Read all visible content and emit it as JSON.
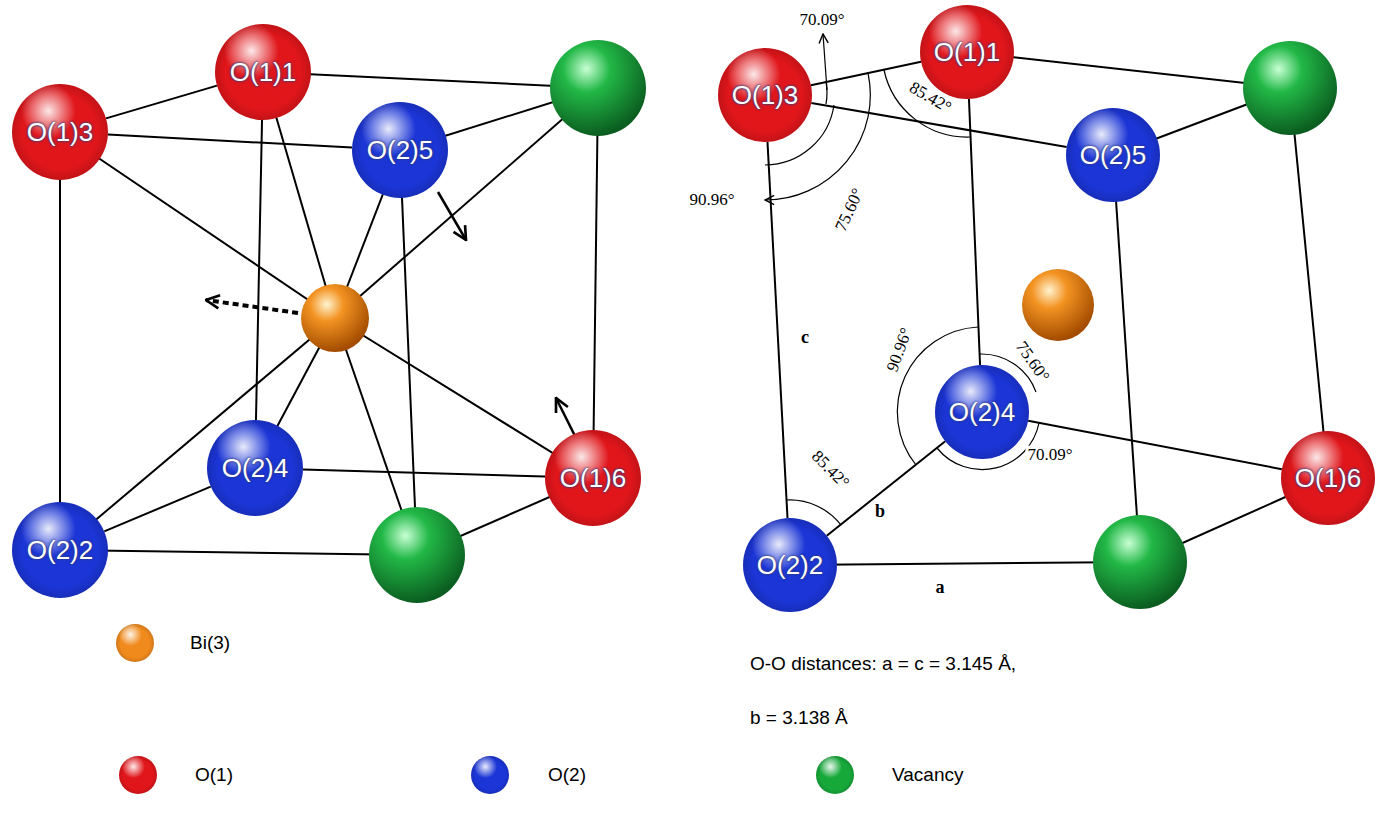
{
  "diagram": {
    "nodes": [
      {
        "text": [
          "O(1)1"
        ]
      },
      {
        "text": [
          "O(1)3"
        ]
      },
      {
        "text": [
          "O(2)5"
        ]
      },
      {
        "text": [
          "O(2)4"
        ]
      },
      {
        "text": [
          "O(1)6"
        ]
      },
      {
        "text": [
          "O(2)2"
        ]
      },
      {
        "text": [
          "O(1)1"
        ]
      },
      {
        "text": [
          "O(1)3"
        ]
      },
      {
        "text": [
          "O(2)5"
        ]
      },
      {
        "text": [
          "O(2)4"
        ]
      },
      {
        "text": [
          "O(1)6"
        ]
      },
      {
        "text": [
          "O(2)2"
        ]
      }
    ],
    "edges": [
      {
        "from": 1,
        "to": 0,
        "arrow": "none"
      },
      {
        "from": 1,
        "to": 2,
        "arrow": "none"
      },
      {
        "from": 1,
        "to": 5,
        "arrow": "none"
      },
      {
        "from": 0,
        "to": 3,
        "arrow": "none"
      },
      {
        "from": 5,
        "to": 3,
        "arrow": "none"
      },
      {
        "from": 3,
        "to": 4,
        "arrow": "none"
      },
      {
        "from": 7,
        "to": 6,
        "arrow": "none"
      },
      {
        "from": 7,
        "to": 8,
        "arrow": "none"
      },
      {
        "from": 7,
        "to": 11,
        "arrow": "none"
      },
      {
        "from": 6,
        "to": 9,
        "arrow": "none"
      },
      {
        "from": 11,
        "to": 9,
        "arrow": "none"
      },
      {
        "from": 9,
        "to": 10,
        "arrow": "none"
      }
    ],
    "labels": [
      "70.09°",
      "85.42°",
      "90.96°",
      "75.60°",
      "c",
      "85.42°",
      "90.96°",
      "75.60°",
      "b",
      "70.09°",
      "a",
      "O-O distances: a = c = 3.145 Å,",
      "b = 3.138 Å"
    ],
    "legend": [
      {
        "text": "Bi(3)",
        "color": "#f08a1c"
      },
      {
        "text": "O(1)",
        "color": "#e0161b"
      },
      {
        "text": "O(2)",
        "color": "#1b35d6"
      },
      {
        "text": "Vacancy",
        "color": "#17a83a"
      }
    ]
  }
}
